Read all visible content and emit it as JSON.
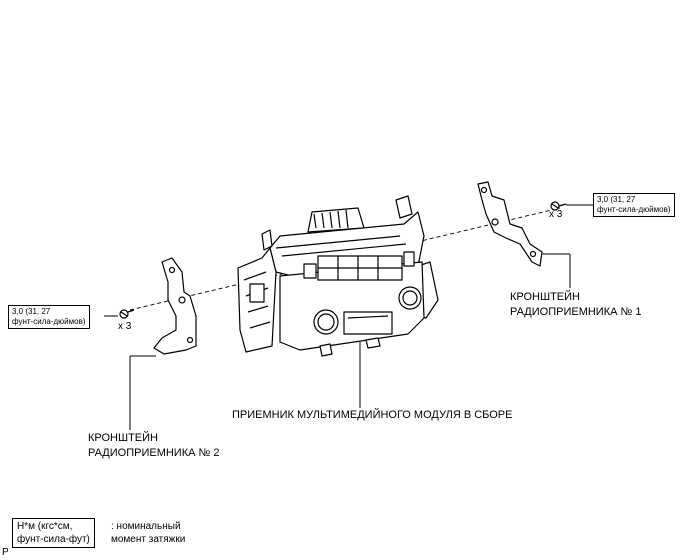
{
  "torque_box_1": {
    "line1": "3,0 (31, 27",
    "line2": "фунт-сила-дюймов)"
  },
  "torque_box_2": {
    "line1": "3,0 (31, 27",
    "line2": "фунт-сила-дюймов)"
  },
  "qty_right": "x 3",
  "qty_left": "x 3",
  "bracket_1": {
    "line1": "КРОНШТЕЙН",
    "line2": "РАДИОПРИЕМНИКА № 1"
  },
  "bracket_2": {
    "line1": "КРОНШТЕЙН",
    "line2": "РАДИОПРИЕМНИКА № 2"
  },
  "receiver_label": "ПРИЕМНИК МУЛЬТИМЕДИЙНОГО МОДУЛЯ В СБОРЕ",
  "legend": {
    "box_line1": "Н*м (кгс*см,",
    "box_line2": "фунт-сила-фут)",
    "desc_line1": ": номинальный",
    "desc_line2": "момент затяжки"
  },
  "corner_mark": "P"
}
